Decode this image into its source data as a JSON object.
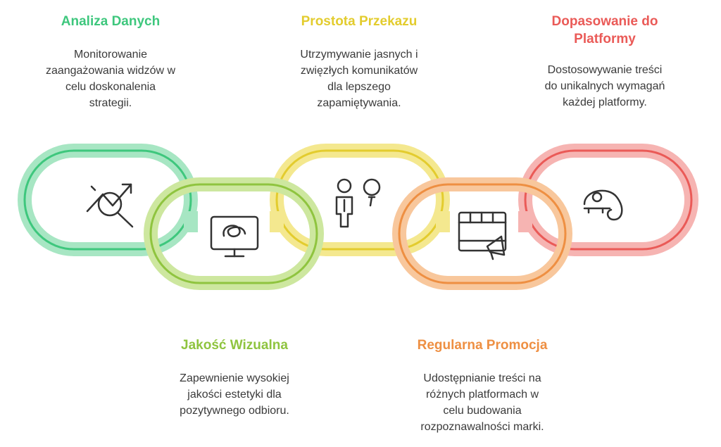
{
  "steps": [
    {
      "title": "Analiza Danych",
      "description": "Monitorowanie\nzaangażowania widzów w\ncelu doskonalenia\nstrategii.",
      "color": "#3ec77d",
      "fill": "#e6f7ee",
      "icon": "chart-magnifier-icon"
    },
    {
      "title": "Jakość Wizualna",
      "description": "Zapewnienie wysokiej\njakości estetyki dla\npozytywnego odbioru.",
      "color": "#8fc43f",
      "fill": "#f0f8e2",
      "icon": "monitor-swirl-icon"
    },
    {
      "title": "Prostota Przekazu",
      "description": "Utrzymywanie jasnych i\nzwięzłych komunikatów\ndla lepszego\nzapamiętywania.",
      "color": "#e3cc2e",
      "fill": "#fcf7dc",
      "icon": "person-lightbulb-icon"
    },
    {
      "title": "Regularna Promocja",
      "description": "Udostępnianie treści na\nróżnych platformach w\ncelu budowania\nrozpoznawalności marki.",
      "color": "#ee8f42",
      "fill": "#fdeee2",
      "icon": "film-megaphone-icon"
    },
    {
      "title": "Dopasowanie do\nPlatformy",
      "description": "Dostosowywanie treści\ndo unikalnych wymagań\nkażdej platformy.",
      "color": "#ea5a57",
      "fill": "#fde8e7",
      "icon": "chameleon-icon"
    }
  ]
}
